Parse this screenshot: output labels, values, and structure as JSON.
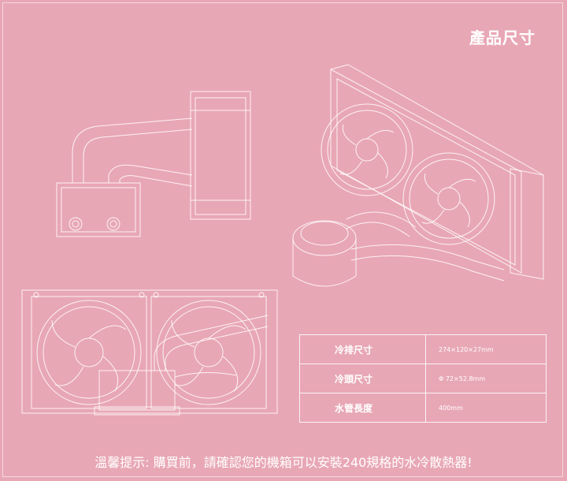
{
  "header": {
    "title": "產品尺寸"
  },
  "specs": {
    "rows": [
      {
        "label": "冷排尺寸",
        "value": "274×120×27mm"
      },
      {
        "label": "冷頭尺寸",
        "value": "Φ 72×52.8mm"
      },
      {
        "label": "水管長度",
        "value": "400mm"
      }
    ]
  },
  "footer": {
    "notice": "溫馨提示: 購買前，請確認您的機箱可以安裝240規格的水冷散熱器!"
  },
  "colors": {
    "background": "#e8a7b5",
    "line": "#ffffff"
  },
  "icons": {
    "side_view": "pump-hose-side-view-drawing",
    "isometric": "radiator-isometric-drawing",
    "front_view": "radiator-front-view-drawing"
  }
}
